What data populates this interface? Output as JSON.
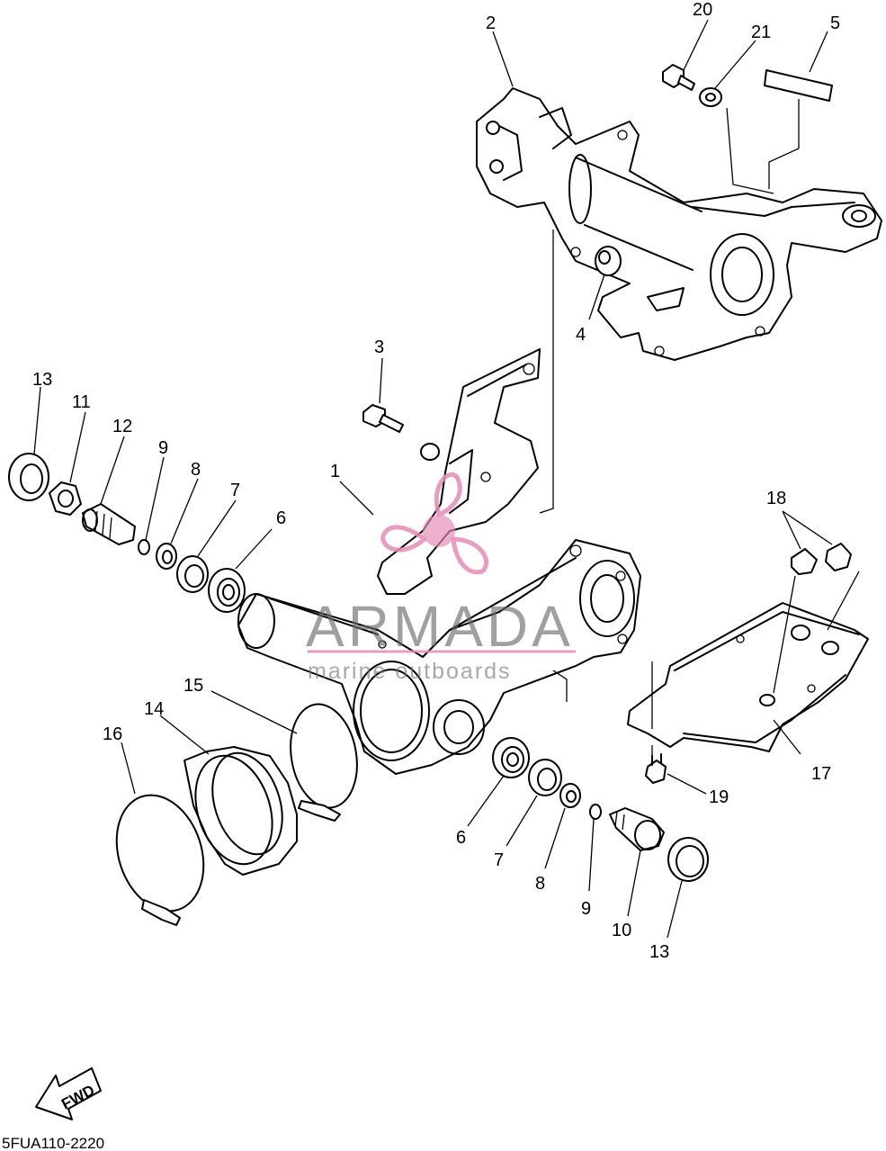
{
  "diagram": {
    "drawing_code": "5FUA110-2220",
    "fwd_label": "FWD",
    "watermark": {
      "brand": "ARMADA",
      "tagline": "marine outboards",
      "accent_color": "#e58bb4",
      "text_color": "#6b6b6b"
    },
    "callouts": [
      {
        "id": "c1",
        "label": "1"
      },
      {
        "id": "c2",
        "label": "2"
      },
      {
        "id": "c3",
        "label": "3"
      },
      {
        "id": "c4",
        "label": "4"
      },
      {
        "id": "c5",
        "label": "5"
      },
      {
        "id": "c6a",
        "label": "6"
      },
      {
        "id": "c6b",
        "label": "6"
      },
      {
        "id": "c7a",
        "label": "7"
      },
      {
        "id": "c7b",
        "label": "7"
      },
      {
        "id": "c8a",
        "label": "8"
      },
      {
        "id": "c8b",
        "label": "8"
      },
      {
        "id": "c9a",
        "label": "9"
      },
      {
        "id": "c9b",
        "label": "9"
      },
      {
        "id": "c10",
        "label": "10"
      },
      {
        "id": "c11",
        "label": "11"
      },
      {
        "id": "c12",
        "label": "12"
      },
      {
        "id": "c13a",
        "label": "13"
      },
      {
        "id": "c13b",
        "label": "13"
      },
      {
        "id": "c14",
        "label": "14"
      },
      {
        "id": "c15",
        "label": "15"
      },
      {
        "id": "c16",
        "label": "16"
      },
      {
        "id": "c17",
        "label": "17"
      },
      {
        "id": "c18",
        "label": "18"
      },
      {
        "id": "c19",
        "label": "19"
      },
      {
        "id": "c20",
        "label": "20"
      },
      {
        "id": "c21",
        "label": "21"
      }
    ]
  }
}
